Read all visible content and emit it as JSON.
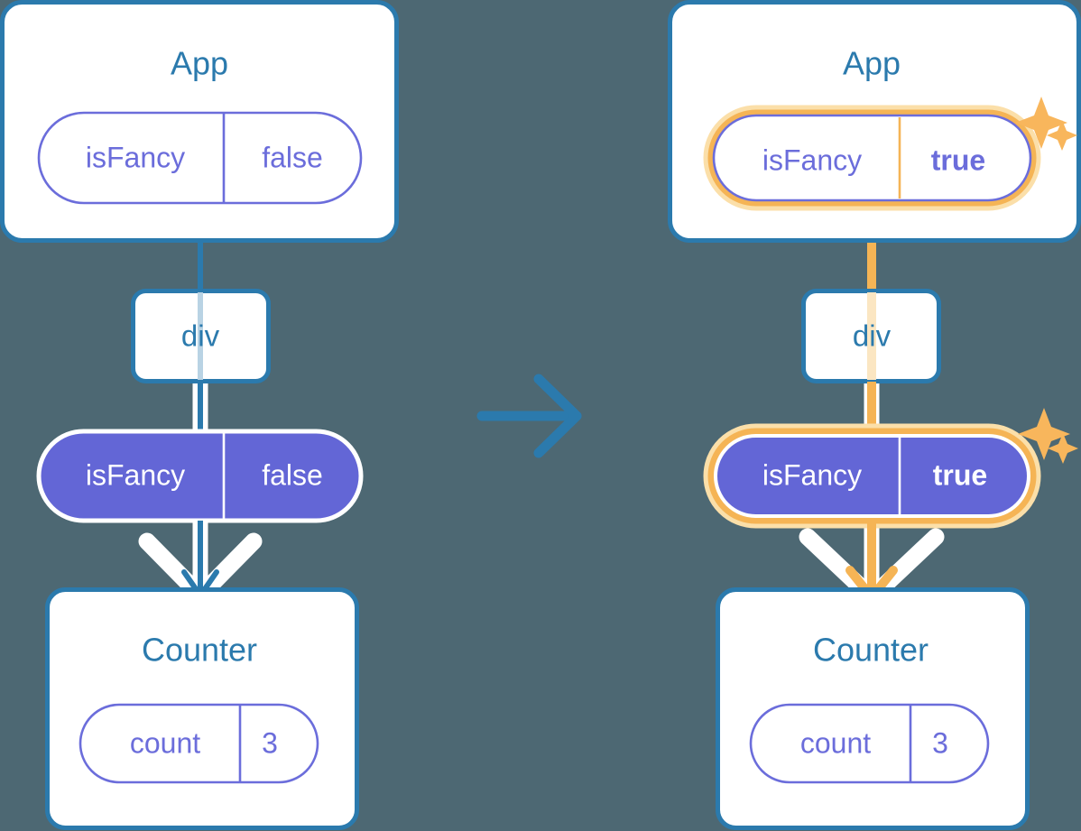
{
  "meta": {
    "background_color": "#4d6873",
    "accent_blue": "#2b7aad",
    "accent_purple": "#6366d6",
    "accent_purple_outline": "#6b6ddb",
    "highlight_orange": "#f5b455",
    "highlight_orange_soft": "#fbdfa9",
    "card_fill": "#ffffff"
  },
  "left_panel": {
    "app_card": {
      "title": "App",
      "state_pill": {
        "key": "isFancy",
        "value": "false",
        "style": "outline",
        "highlighted": false
      }
    },
    "div_node": {
      "label": "div"
    },
    "prop_pill": {
      "key": "isFancy",
      "value": "false",
      "style": "solid",
      "highlighted": false
    },
    "counter_card": {
      "title": "Counter",
      "state_pill": {
        "key": "count",
        "value": "3",
        "style": "outline",
        "highlighted": false
      }
    },
    "wire_color": "#2b7aad"
  },
  "transition_arrow": {
    "icon": "arrow-right-icon",
    "color": "#2b7aad"
  },
  "right_panel": {
    "app_card": {
      "title": "App",
      "state_pill": {
        "key": "isFancy",
        "value": "true",
        "style": "outline",
        "highlighted": true,
        "value_bold": true
      },
      "sparkle": "sparkle-icon"
    },
    "div_node": {
      "label": "div"
    },
    "prop_pill": {
      "key": "isFancy",
      "value": "true",
      "style": "solid",
      "highlighted": true,
      "value_bold": true,
      "sparkle": "sparkle-icon"
    },
    "counter_card": {
      "title": "Counter",
      "state_pill": {
        "key": "count",
        "value": "3",
        "style": "outline",
        "highlighted": false
      }
    },
    "wire_color": "#f5b455"
  }
}
